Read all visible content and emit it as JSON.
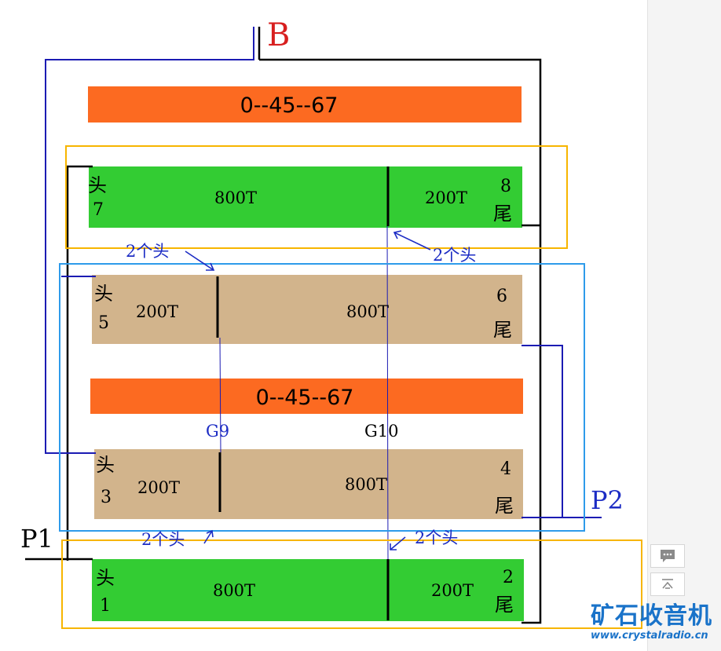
{
  "colors": {
    "green_bar": "#33cc33",
    "tan_bar": "#d2b48c",
    "orange_bar": "#fc6a21",
    "wire_black": "#000000",
    "wire_blue": "#1b1bb3",
    "box_orange": "#f7b500",
    "box_blue": "#2e9bea",
    "label_red": "#d81f1f",
    "annotation_blue": "#1c2cc4",
    "watermark_blue": "#1a73c9"
  },
  "labels": {
    "b": "B",
    "p1": "P1",
    "p2": "P2",
    "g9": "G9",
    "g10": "G10"
  },
  "orange_bars": {
    "top": "0--45--67",
    "middle": "0--45--67"
  },
  "coils": {
    "c78": {
      "head": "头",
      "head_num": "7",
      "tail_num": "8",
      "tail": "尾",
      "left_turns": "800T",
      "right_turns": "200T"
    },
    "c56": {
      "head": "头",
      "head_num": "5",
      "tail_num": "6",
      "tail": "尾",
      "left_turns": "200T",
      "right_turns": "800T"
    },
    "c34": {
      "head": "头",
      "head_num": "3",
      "tail_num": "4",
      "tail": "尾",
      "left_turns": "200T",
      "right_turns": "800T"
    },
    "c12": {
      "head": "头",
      "head_num": "1",
      "tail_num": "2",
      "tail": "尾",
      "left_turns": "800T",
      "right_turns": "200T"
    }
  },
  "annotations": {
    "top_left": "2个头",
    "top_right": "2个头",
    "bottom_left": "2个头",
    "bottom_right": "2个头"
  },
  "icons": {
    "comment": "comment-icon",
    "back_to_top": "back-to-top-icon"
  },
  "watermark": {
    "title": "矿石收音机",
    "url": "www.crystalradio.cn"
  }
}
